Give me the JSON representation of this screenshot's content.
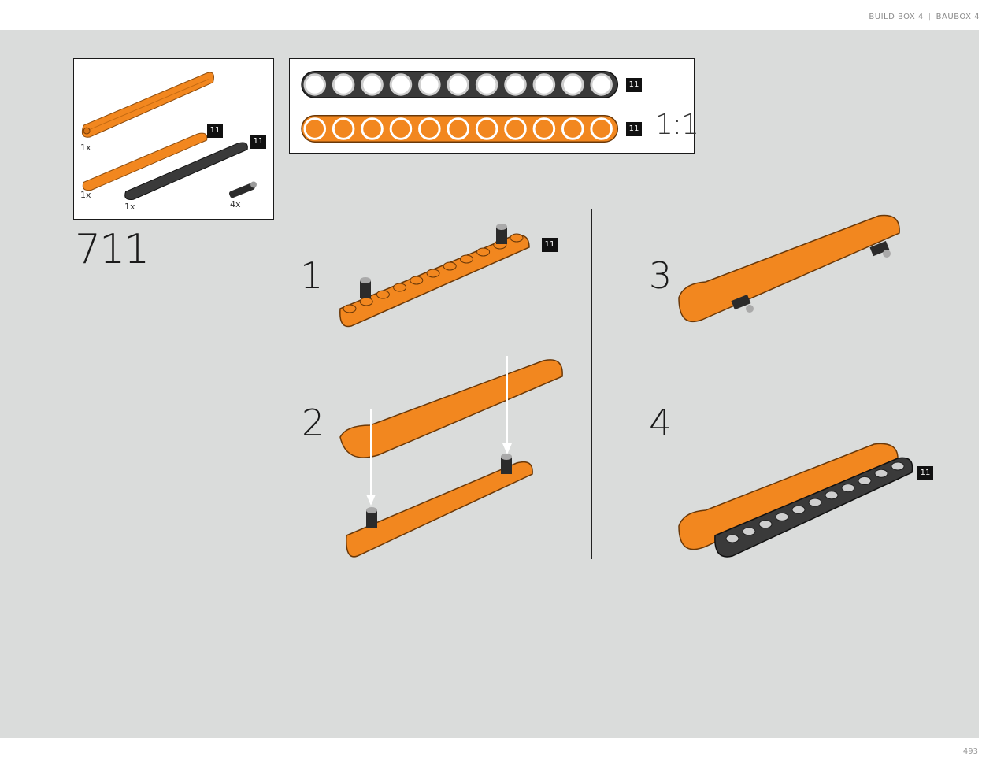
{
  "header": {
    "left": "BUILD BOX 4",
    "right": "BAUBOX 4"
  },
  "page_number": "493",
  "step_number": "711",
  "parts": {
    "counts": [
      "1x",
      "1x",
      "1x",
      "4x"
    ],
    "tags": [
      "11",
      "11"
    ]
  },
  "ruler": {
    "tags": [
      "11",
      "11"
    ],
    "scale": "1:1"
  },
  "steps": [
    {
      "number": "1",
      "tag": "11"
    },
    {
      "number": "2"
    },
    {
      "number": "3"
    },
    {
      "number": "4",
      "tag": "11"
    }
  ],
  "colors": {
    "orange": "#f2871f",
    "black_beam": "#3a3a3a",
    "canvas": "#dadcdb"
  }
}
